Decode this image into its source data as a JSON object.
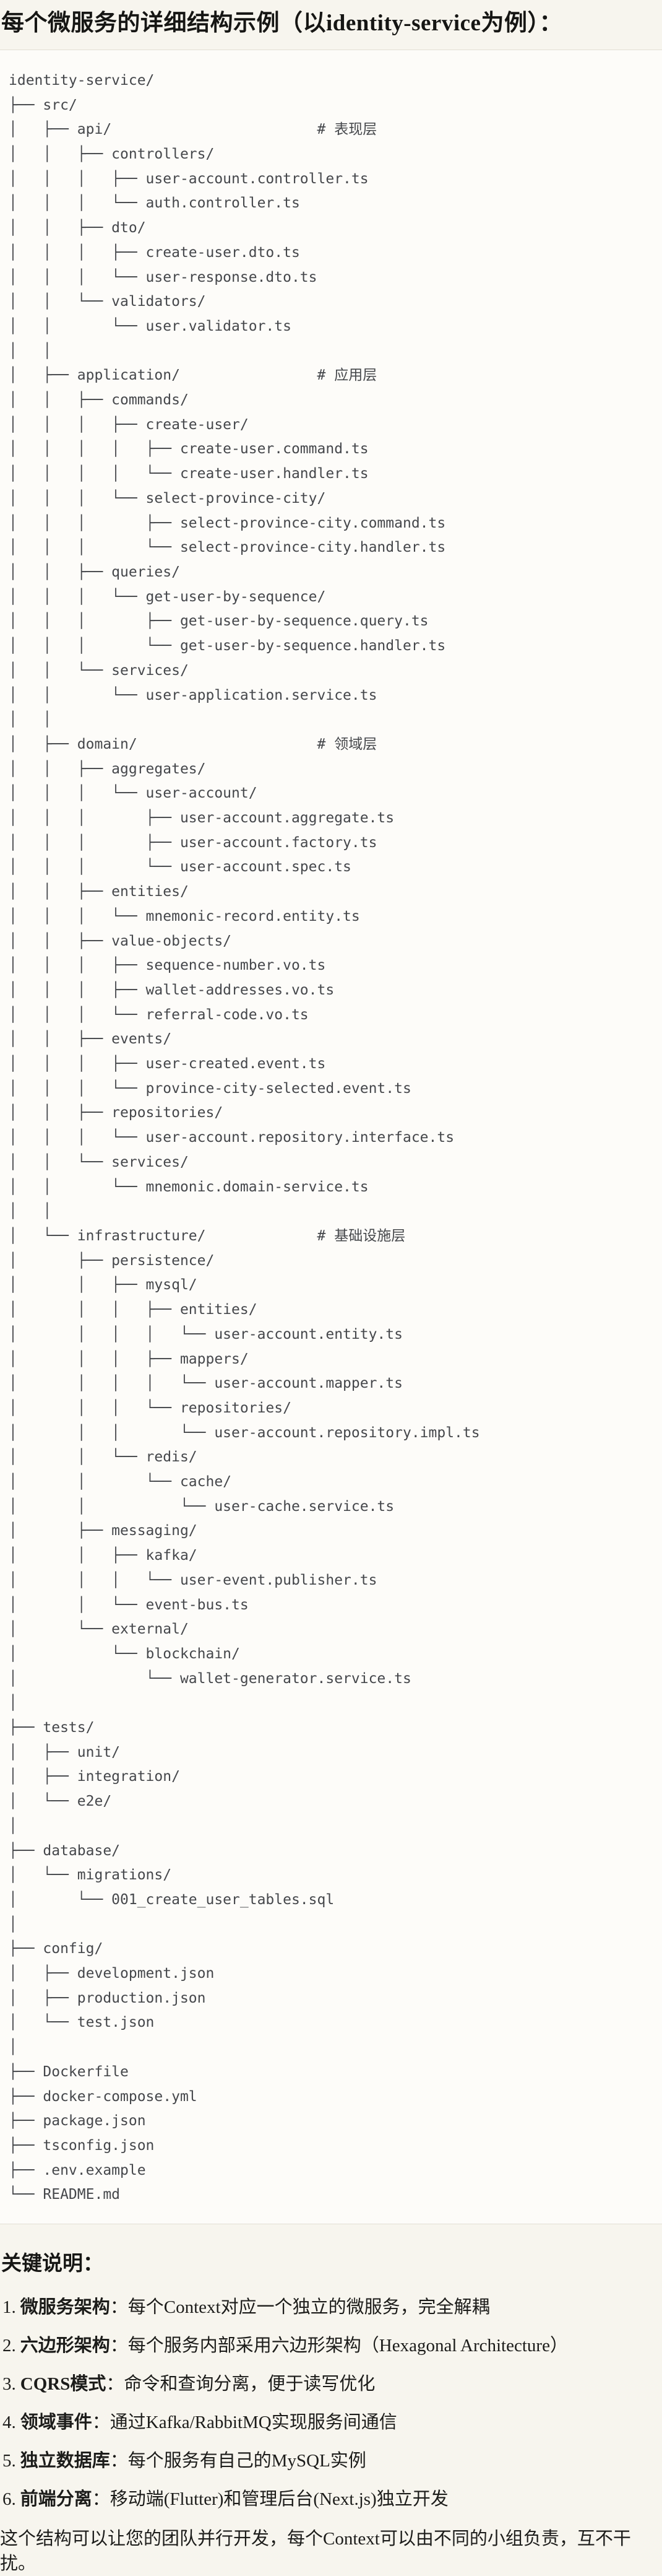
{
  "title": "每个微服务的详细结构示例（以identity-service为例）：",
  "tree": {
    "lines": [
      "identity-service/",
      "├── src/",
      "│   ├── api/                        # 表现层",
      "│   │   ├── controllers/",
      "│   │   │   ├── user-account.controller.ts",
      "│   │   │   └── auth.controller.ts",
      "│   │   ├── dto/",
      "│   │   │   ├── create-user.dto.ts",
      "│   │   │   └── user-response.dto.ts",
      "│   │   └── validators/",
      "│   │       └── user.validator.ts",
      "│   │",
      "│   ├── application/                # 应用层",
      "│   │   ├── commands/",
      "│   │   │   ├── create-user/",
      "│   │   │   │   ├── create-user.command.ts",
      "│   │   │   │   └── create-user.handler.ts",
      "│   │   │   └── select-province-city/",
      "│   │   │       ├── select-province-city.command.ts",
      "│   │   │       └── select-province-city.handler.ts",
      "│   │   ├── queries/",
      "│   │   │   └── get-user-by-sequence/",
      "│   │   │       ├── get-user-by-sequence.query.ts",
      "│   │   │       └── get-user-by-sequence.handler.ts",
      "│   │   └── services/",
      "│   │       └── user-application.service.ts",
      "│   │",
      "│   ├── domain/                     # 领域层",
      "│   │   ├── aggregates/",
      "│   │   │   └── user-account/",
      "│   │   │       ├── user-account.aggregate.ts",
      "│   │   │       ├── user-account.factory.ts",
      "│   │   │       └── user-account.spec.ts",
      "│   │   ├── entities/",
      "│   │   │   └── mnemonic-record.entity.ts",
      "│   │   ├── value-objects/",
      "│   │   │   ├── sequence-number.vo.ts",
      "│   │   │   ├── wallet-addresses.vo.ts",
      "│   │   │   └── referral-code.vo.ts",
      "│   │   ├── events/",
      "│   │   │   ├── user-created.event.ts",
      "│   │   │   └── province-city-selected.event.ts",
      "│   │   ├── repositories/",
      "│   │   │   └── user-account.repository.interface.ts",
      "│   │   └── services/",
      "│   │       └── mnemonic.domain-service.ts",
      "│   │",
      "│   └── infrastructure/             # 基础设施层",
      "│       ├── persistence/",
      "│       │   ├── mysql/",
      "│       │   │   ├── entities/",
      "│       │   │   │   └── user-account.entity.ts",
      "│       │   │   ├── mappers/",
      "│       │   │   │   └── user-account.mapper.ts",
      "│       │   │   └── repositories/",
      "│       │   │       └── user-account.repository.impl.ts",
      "│       │   └── redis/",
      "│       │       └── cache/",
      "│       │           └── user-cache.service.ts",
      "│       ├── messaging/",
      "│       │   ├── kafka/",
      "│       │   │   └── user-event.publisher.ts",
      "│       │   └── event-bus.ts",
      "│       └── external/",
      "│           └── blockchain/",
      "│               └── wallet-generator.service.ts",
      "│",
      "├── tests/",
      "│   ├── unit/",
      "│   ├── integration/",
      "│   └── e2e/",
      "│",
      "├── database/",
      "│   └── migrations/",
      "│       └── 001_create_user_tables.sql",
      "│",
      "├── config/",
      "│   ├── development.json",
      "│   ├── production.json",
      "│   └── test.json",
      "│",
      "├── Dockerfile",
      "├── docker-compose.yml",
      "├── package.json",
      "├── tsconfig.json",
      "├── .env.example",
      "└── README.md"
    ]
  },
  "notes": {
    "heading": "关键说明：",
    "items": [
      {
        "num": "1.",
        "label": "微服务架构",
        "text": "：每个Context对应一个独立的微服务，完全解耦"
      },
      {
        "num": "2.",
        "label": "六边形架构",
        "text": "：每个服务内部采用六边形架构（Hexagonal Architecture）"
      },
      {
        "num": "3.",
        "label": "CQRS模式",
        "text": "：命令和查询分离，便于读写优化"
      },
      {
        "num": "4.",
        "label": "领域事件",
        "text": "：通过Kafka/RabbitMQ实现服务间通信"
      },
      {
        "num": "5.",
        "label": "独立数据库",
        "text": "：每个服务有自己的MySQL实例"
      },
      {
        "num": "6.",
        "label": "前端分离",
        "text": "：移动端(Flutter)和管理后台(Next.js)独立开发"
      }
    ]
  },
  "closing": "这个结构可以让您的团队并行开发，每个Context可以由不同的小组负责，互不干扰。",
  "colors": {
    "page_bg": "#f7f5ee",
    "code_bg": "#fdfcf9",
    "hairline": "#e2dfd4",
    "tree_text": "#45474b",
    "body_text": "#1c1c1a"
  }
}
